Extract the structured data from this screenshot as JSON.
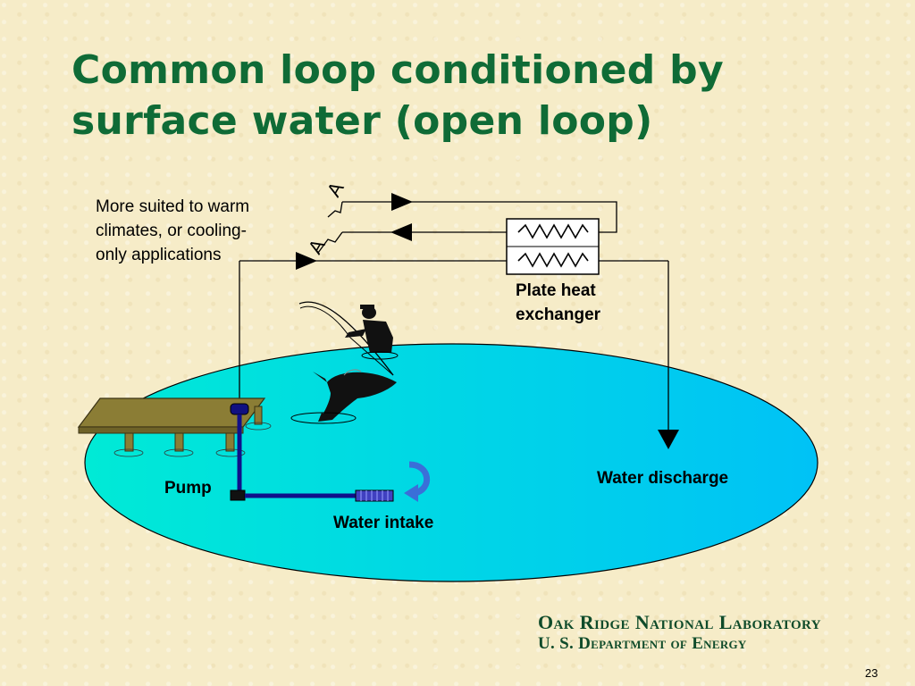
{
  "slide": {
    "title": "Common loop conditioned by surface water (open loop)",
    "note": "More suited to warm climates, or cooling-only applications",
    "page_number": "23"
  },
  "diagram": {
    "labels": {
      "heat_exchanger": "Plate heat exchanger",
      "water_discharge": "Water discharge",
      "pump": "Pump",
      "water_intake": "Water intake",
      "unit_a1": "A",
      "unit_a2": "A"
    },
    "colors": {
      "water_fill_start": "#00e8d8",
      "water_fill_end": "#00c4f4",
      "dock": "#8b7d35",
      "pipe_dark": "#10108a",
      "title_green": "#0f6b36"
    }
  },
  "footer": {
    "org_line1": "Oak Ridge National Laboratory",
    "org_line2": "U. S. Department of Energy"
  }
}
